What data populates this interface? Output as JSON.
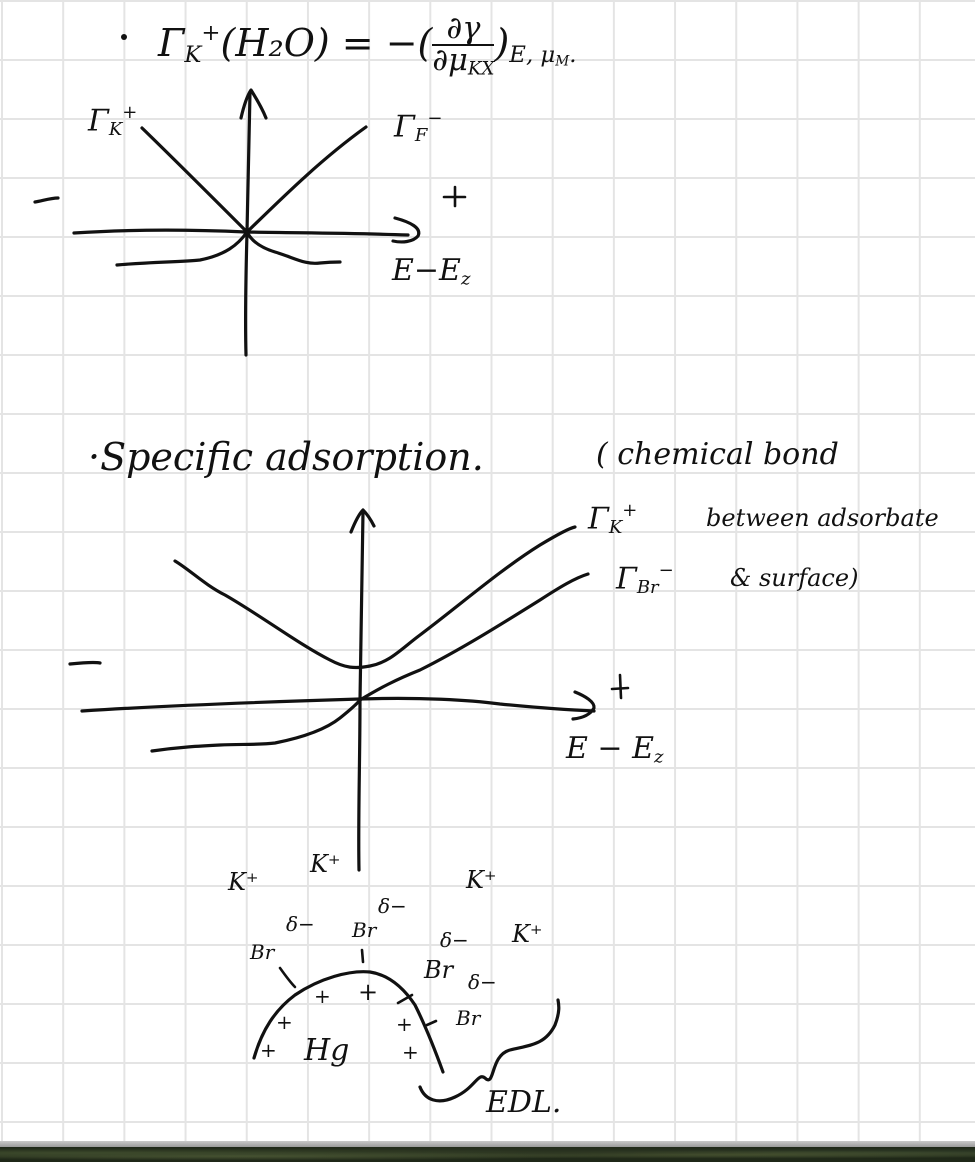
{
  "note": {
    "section1": {
      "bullet": "·",
      "equation": {
        "lhs_symbol": "Γ",
        "lhs_sub": "K",
        "lhs_sup": "+",
        "lhs_arg": "(H₂O)",
        "equals": "= −(",
        "numerator": "∂γ",
        "denominator": "∂μ",
        "denominator_sub": "KX",
        "close": ")",
        "conditions": "E, μ",
        "conditions_sub": "M",
        "end": "."
      },
      "graph": {
        "curve_labels": [
          {
            "symbol": "Γ",
            "sub": "K",
            "sup": "+"
          },
          {
            "symbol": "Γ",
            "sub": "F",
            "sup": "−"
          }
        ],
        "minus_sign": "−",
        "plus_sign": "+",
        "x_axis_label": "E−E",
        "x_axis_label_sub": "z"
      }
    },
    "section2": {
      "heading": "·Specific adsorption.",
      "note_line1": "( chemical bond",
      "note_line2": "between adsorbate",
      "note_line3": "& surface)",
      "graph": {
        "curve_labels": [
          {
            "symbol": "Γ",
            "sub": "K",
            "sup": "+"
          },
          {
            "symbol": "Γ",
            "sub": "Br",
            "sup": "−"
          }
        ],
        "minus_sign": "−",
        "plus_sign": "+",
        "x_axis_label": "E − E",
        "x_axis_label_sub": "z"
      },
      "sketch": {
        "cations": [
          "K⁺",
          "K⁺",
          "K⁺",
          "K⁺"
        ],
        "anions": [
          "Br",
          "Br",
          "Br",
          "Br"
        ],
        "partial_charge": "δ−",
        "surface_charges": [
          "+",
          "+",
          "+",
          "+",
          "+",
          "+"
        ],
        "electrode_label": "Hg",
        "layer_label": "EDL."
      }
    }
  }
}
